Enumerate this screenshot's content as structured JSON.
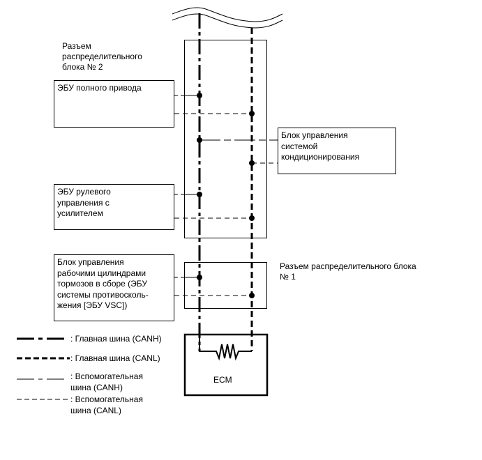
{
  "title": "CAN bus wiring diagram",
  "labels": {
    "junction_2": "Разъем\nраспределительного\nблока № 2",
    "junction_1": "Разъем распределительного блока\n№ 1"
  },
  "components": {
    "awd_ecu": "ЭБУ полного привода",
    "ac_unit": "Блок управления\nсистемой\nкондиционирования",
    "eps_ecu": "ЭБУ рулевого\nуправления с\nусилителем",
    "brake_ecu": "Блок управления\nрабочими цилиндрами\nтормозов в сборе (ЭБУ\nсистемы противосколь-\nжения [ЭБУ VSC])",
    "ecm": "ECM"
  },
  "legend": [
    {
      "style": "main-canh",
      "label": ": Главная шина (CANH)"
    },
    {
      "style": "main-canl",
      "label": ": Главная шина (CANL)"
    },
    {
      "style": "sub-canh",
      "label": ": Вспомогательная\nшина (CANH)"
    },
    {
      "style": "sub-canl",
      "label": ": Вспомогательная\nшина (CANL)"
    }
  ]
}
